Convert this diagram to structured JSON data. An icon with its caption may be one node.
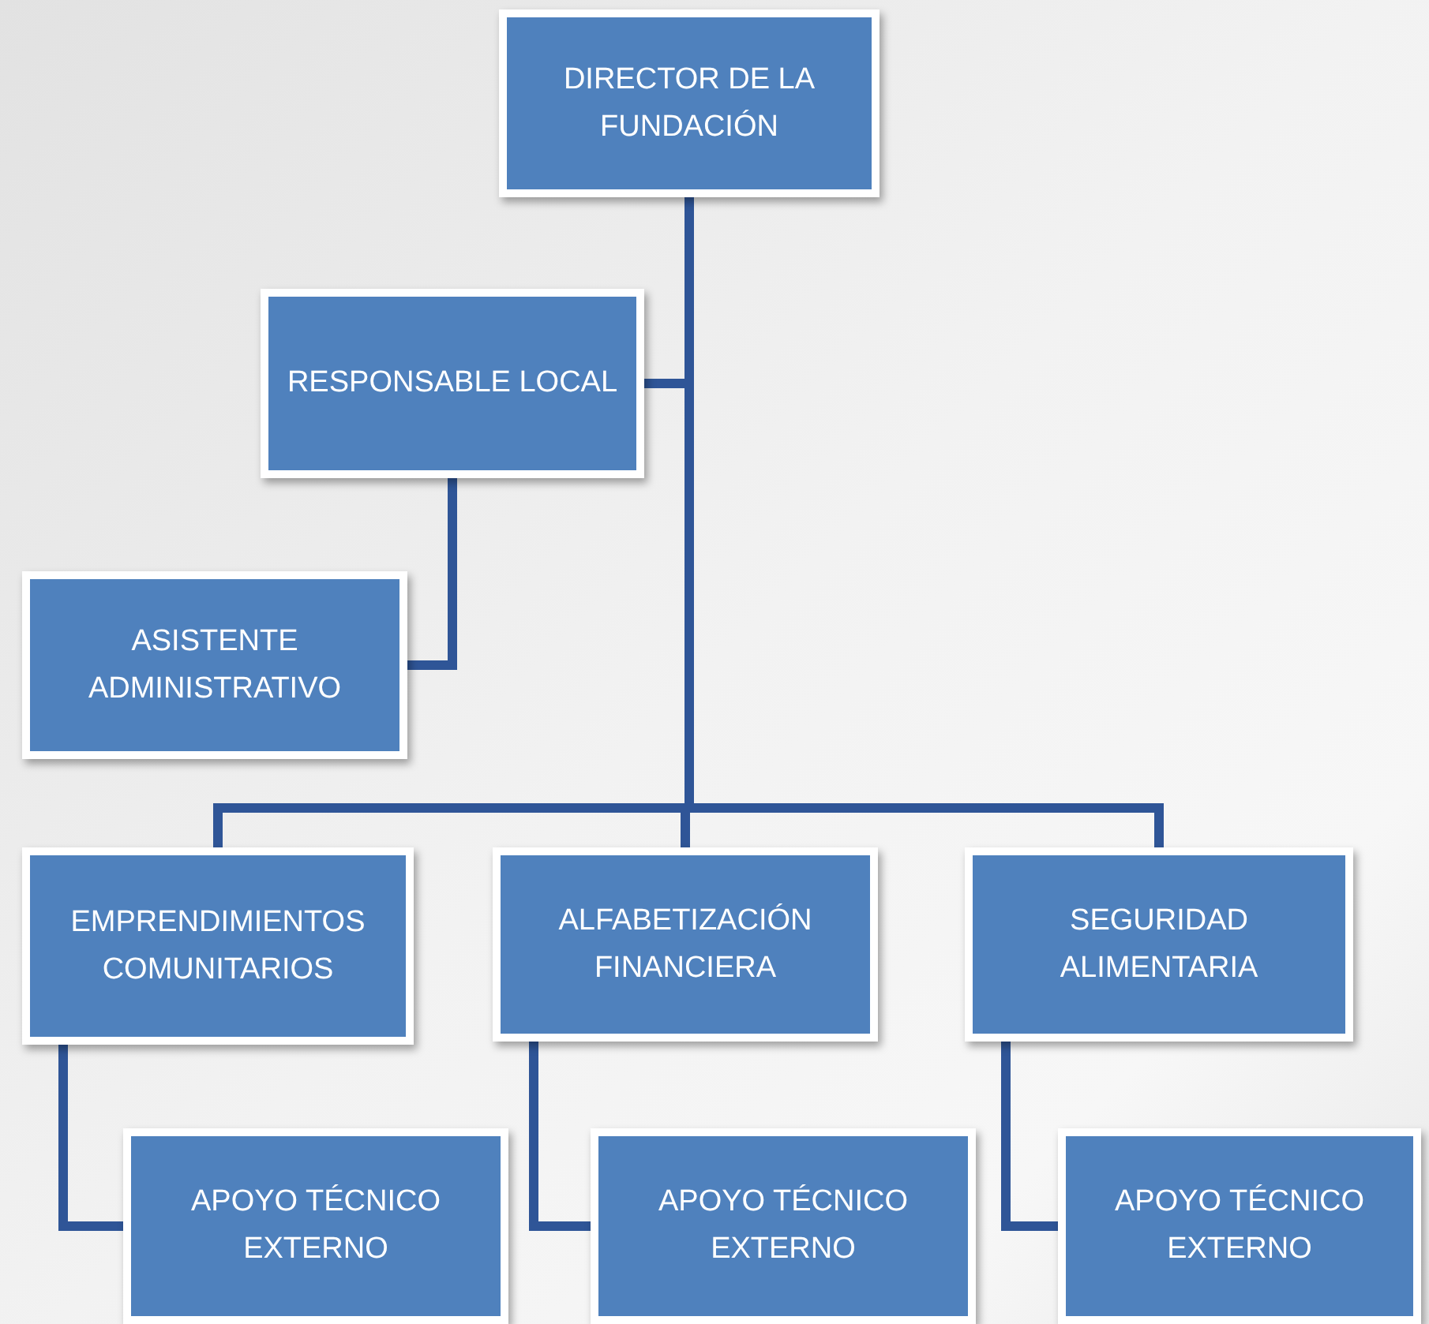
{
  "diagram": {
    "nodes": [
      {
        "text": [
          "DIRECTOR DE LA FUNDACIÓN"
        ]
      },
      {
        "text": [
          "RESPONSABLE LOCAL"
        ]
      },
      {
        "text": [
          "ASISTENTE ADMINISTRATIVO"
        ]
      },
      {
        "text": [
          "EMPRENDIMIENTOS COMUNITARIOS"
        ]
      },
      {
        "text": [
          "ALFABETIZACIÓN FINANCIERA"
        ]
      },
      {
        "text": [
          "SEGURIDAD ALIMENTARIA"
        ]
      },
      {
        "text": [
          "APOYO TÉCNICO EXTERNO"
        ]
      },
      {
        "text": [
          "APOYO TÉCNICO EXTERNO"
        ]
      },
      {
        "text": [
          "APOYO TÉCNICO EXTERNO"
        ]
      }
    ],
    "edges": [
      {
        "from": 0,
        "to": 1,
        "arrow": "none"
      },
      {
        "from": 1,
        "to": 2,
        "arrow": "none"
      },
      {
        "from": 0,
        "to": 3,
        "arrow": "none"
      },
      {
        "from": 0,
        "to": 4,
        "arrow": "none"
      },
      {
        "from": 0,
        "to": 5,
        "arrow": "none"
      },
      {
        "from": 3,
        "to": 6,
        "arrow": "none"
      },
      {
        "from": 4,
        "to": 7,
        "arrow": "none"
      },
      {
        "from": 5,
        "to": 8,
        "arrow": "none"
      }
    ]
  }
}
